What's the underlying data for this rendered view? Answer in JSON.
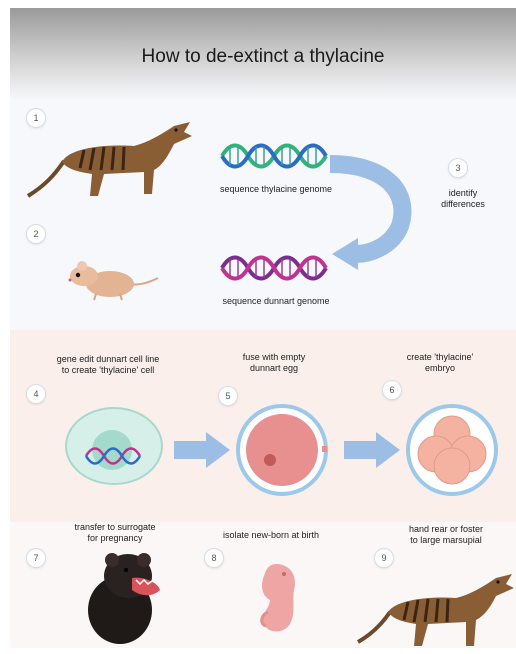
{
  "title": "How to de-extinct a thylacine",
  "steps": [
    {
      "num": "1",
      "label": "sequence thylacine genome"
    },
    {
      "num": "2",
      "label": "sequence dunnart genome"
    },
    {
      "num": "3",
      "label": "identify differences"
    },
    {
      "num": "4",
      "label_line1": "gene edit dunnart cell line",
      "label_line2": "to create 'thylacine' cell"
    },
    {
      "num": "5",
      "label_line1": "fuse with empty",
      "label_line2": "dunnart egg"
    },
    {
      "num": "6",
      "label_line1": "create 'thylacine'",
      "label_line2": "embryo"
    },
    {
      "num": "7",
      "label_line1": "transfer to surrogate",
      "label_line2": "for pregnancy"
    },
    {
      "num": "8",
      "label": "isolate new-born at birth"
    },
    {
      "num": "9",
      "label_line1": "hand rear or foster",
      "label_line2": "to large marsupial"
    }
  ],
  "colors": {
    "dna_green": "#2fb37a",
    "dna_blue": "#2b6cc4",
    "dna_purple": "#7a2f8f",
    "dna_magenta": "#c2338f",
    "arrow": "#9cbde4",
    "cell_fill": "#d6efe8",
    "egg_fill": "#e88f8f",
    "section_tint": "#fbefec"
  }
}
